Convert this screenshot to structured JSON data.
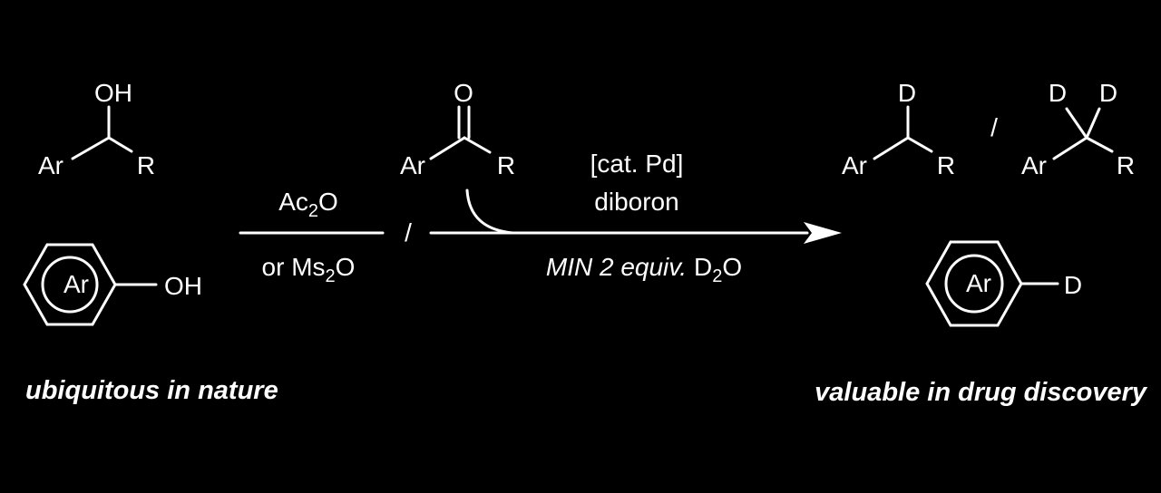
{
  "colors": {
    "background": "#000000",
    "foreground": "#ffffff"
  },
  "reactants": {
    "alcohol": {
      "top": "OH",
      "left": "Ar",
      "right": "R"
    },
    "phenol": {
      "ring": "Ar",
      "substituent": "OH"
    },
    "ketone": {
      "top": "O",
      "left": "Ar",
      "right": "R"
    }
  },
  "activation": {
    "top_prefix": "Ac",
    "top_sub": "2",
    "top_suffix": "O",
    "bottom_prefix": "or Ms",
    "bottom_sub": "2",
    "bottom_suffix": "O",
    "separator": "/"
  },
  "conditions": {
    "catalyst": "[cat. Pd]",
    "reagent": "diboron",
    "additive_italic": "MIN 2 equiv.",
    "additive_prefix": "D",
    "additive_sub": "2",
    "additive_suffix": "O"
  },
  "products": {
    "mono": {
      "top": "D",
      "left": "Ar",
      "right": "R"
    },
    "separator": "/",
    "di": {
      "top_left": "D",
      "top_right": "D",
      "left": "Ar",
      "right": "R"
    },
    "arene": {
      "ring": "Ar",
      "substituent": "D"
    }
  },
  "captions": {
    "left": "ubiquitous in nature",
    "right": "valuable in drug discovery"
  },
  "icons": [
    "reaction-arrow",
    "curved-arrow",
    "benzene-ring"
  ]
}
